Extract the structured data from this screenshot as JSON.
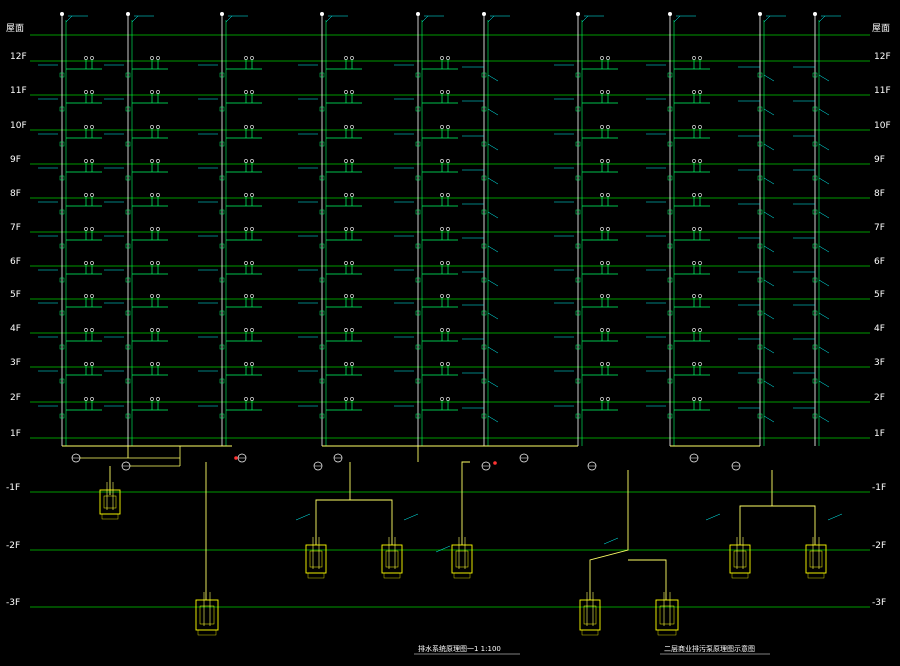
{
  "drawing": {
    "header_left": "屋面",
    "header_right": "屋面",
    "floors_above": [
      "12F",
      "11F",
      "10F",
      "9F",
      "8F",
      "7F",
      "6F",
      "5F",
      "4F",
      "3F",
      "2F",
      "1F"
    ],
    "floors_below": [
      "-1F",
      "-2F",
      "-3F"
    ],
    "caption_left": "排水系统原理图一1  1:100",
    "caption_right": "二层商业排污泵原理图示意图"
  },
  "colors": {
    "background": "#000000",
    "floor_line": "#00cc00",
    "riser": "#ffffff",
    "branch": "#00ff66",
    "pipe_yellow": "#ffff66",
    "pit": "#ffff00",
    "annotation": "#00ffff",
    "marker": "#ff3333",
    "label": "#ffffff"
  }
}
